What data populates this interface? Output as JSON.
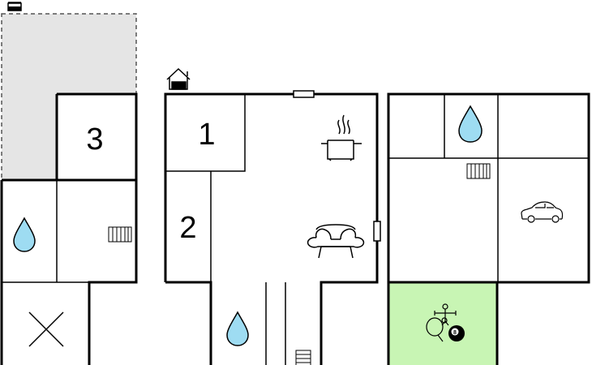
{
  "floorplan": {
    "room_labels": {
      "room_1": "1",
      "room_2": "2",
      "room_3": "3"
    },
    "colors": {
      "wall": "#000000",
      "terrace_fill": "#e5e5e5",
      "terrace_border": "#555555",
      "activity_room_fill": "#c8f5b4",
      "water_drop": "#9edcf2",
      "background": "#ffffff"
    },
    "icons": [
      "house-entrance-icon",
      "water-drop-icon",
      "radiator-icon",
      "cooking-pot-icon",
      "sofa-icon",
      "car-icon",
      "table-football-icon",
      "table-tennis-icon",
      "billiard-ball-icon",
      "stairs-icon",
      "void-cross-icon"
    ],
    "billiard_ball_number": "8"
  }
}
